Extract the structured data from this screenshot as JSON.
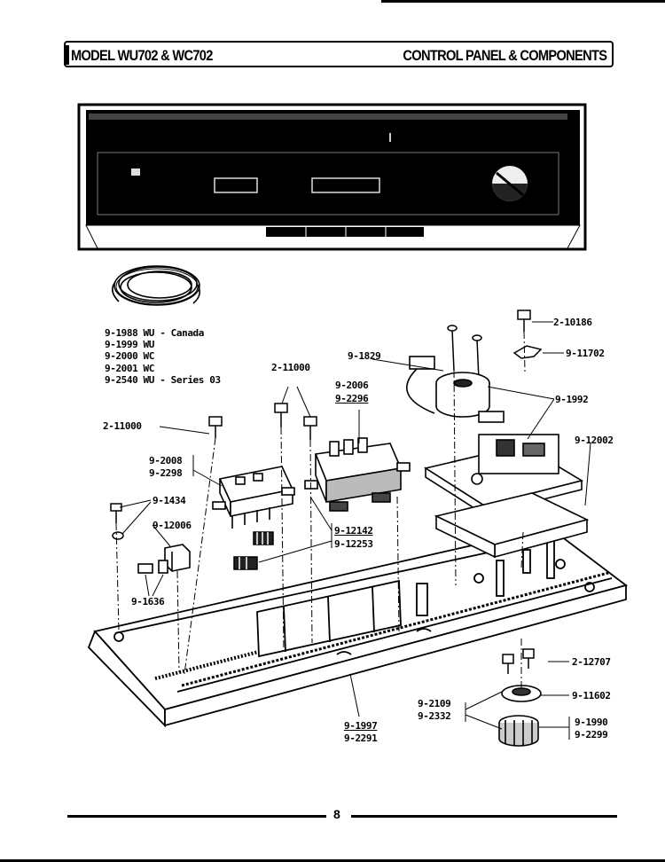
{
  "header": {
    "left_title": "MODEL WU702 & WC702",
    "right_title": "CONTROL PANEL & COMPONENTS"
  },
  "wire_harness_parts": [
    "9-1988 WU - Canada",
    "9-1999 WU",
    "9-2000 WC",
    "9-2001 WC",
    "9-2540 WU - Series 03"
  ],
  "callouts": {
    "p2_11000_top": "2-11000",
    "p2_11000_left": "2-11000",
    "p9_1829": "9-1829",
    "p9_2006": "9-2006",
    "p9_2296": "9-2296",
    "p2_10186": "2-10186",
    "p9_11702": "9-11702",
    "p9_1992": "9-1992",
    "p9_12002": "9-12002",
    "p9_2008": "9-2008",
    "p9_2298": "9-2298",
    "p9_1434": "9-1434",
    "p9_12006": "9-12006",
    "p9_12142": "9-12142",
    "p9_12253": "9-12253",
    "p9_1636": "9-1636",
    "p2_12707": "2-12707",
    "p9_11602": "9-11602",
    "p9_2109": "9-2109",
    "p9_2332": "9-2332",
    "p9_1990": "9-1990",
    "p9_2299": "9-2299",
    "p9_1997": "9-1997",
    "p9_2291": "9-2291"
  },
  "footer": {
    "page_number": "8"
  }
}
